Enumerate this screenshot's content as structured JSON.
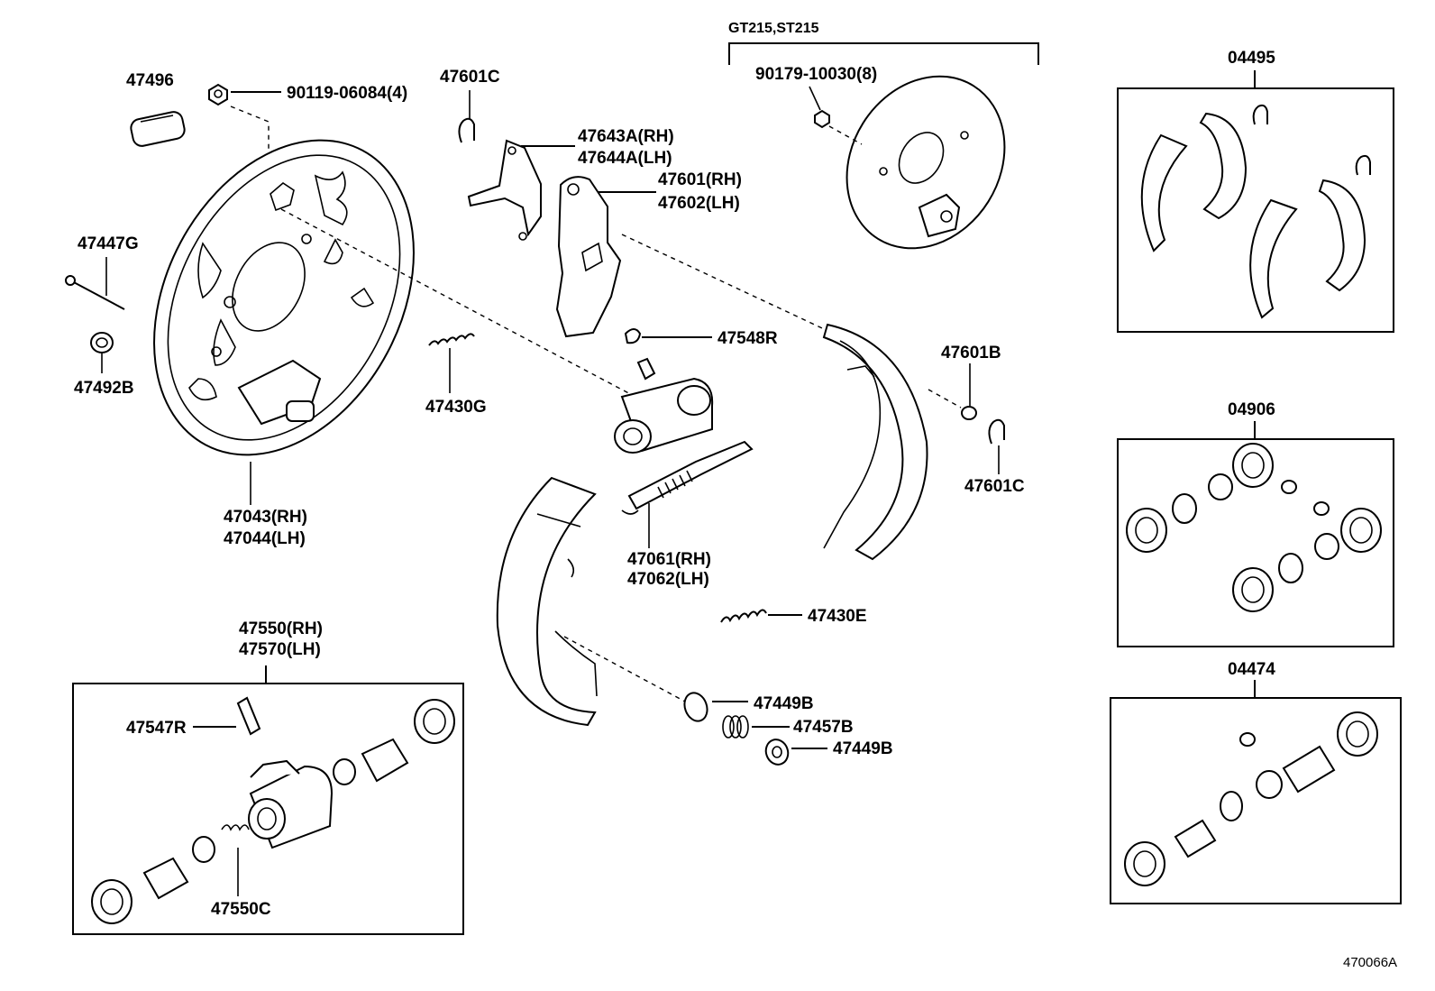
{
  "group_header": "GT215,ST215",
  "figure_ref": "470066A",
  "labels": {
    "p47496": "47496",
    "p90119": "90119-06084(4)",
    "p47601c_top": "47601C",
    "p47643a": "47643A(RH)",
    "p47644a": "47644A(LH)",
    "p47601": "47601(RH)",
    "p47602": "47602(LH)",
    "p90179": "90179-10030(8)",
    "p04495": "04495",
    "p47447g": "47447G",
    "p47492b": "47492B",
    "p47430g": "47430G",
    "p47548r": "47548R",
    "p47601b": "47601B",
    "p47601c_right": "47601C",
    "p04906": "04906",
    "p47043": "47043(RH)",
    "p47044": "47044(LH)",
    "p47061": "47061(RH)",
    "p47062": "47062(LH)",
    "p47430e": "47430E",
    "p47550": "47550(RH)",
    "p47570": "47570(LH)",
    "p47547r": "47547R",
    "p47449b_1": "47449B",
    "p47457b": "47457B",
    "p47449b_2": "47449B",
    "p04474": "04474",
    "p47550c": "47550C"
  }
}
